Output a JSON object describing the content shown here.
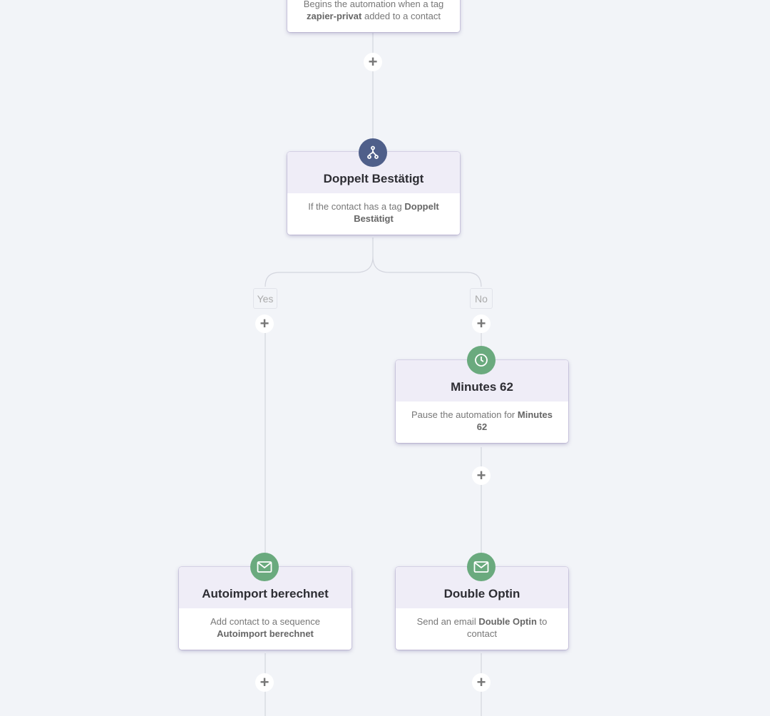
{
  "nodes": {
    "trigger": {
      "desc_pre": "Begins the automation when a tag ",
      "desc_bold": "zapier-privat",
      "desc_post": " added to a contact"
    },
    "condition": {
      "title": "Doppelt Bestätigt",
      "desc_pre": "If the contact has a tag ",
      "desc_bold": "Doppelt Bestätigt",
      "desc_post": "",
      "icon": "branch-icon",
      "icon_color": "#4f5f8a"
    },
    "wait": {
      "title": "Minutes 62",
      "desc_pre": "Pause the automation for ",
      "desc_bold": "Minutes 62",
      "desc_post": "",
      "icon": "clock-icon",
      "icon_color": "#6aaa7e"
    },
    "sequence": {
      "title": "Autoimport berechnet",
      "desc_pre": "Add contact to a sequence ",
      "desc_bold": "Autoimport berechnet",
      "desc_post": "",
      "icon": "mail-icon",
      "icon_color": "#6aaa7e"
    },
    "email": {
      "title": "Double Optin",
      "desc_pre": "Send an email ",
      "desc_bold": "Double Optin",
      "desc_post": " to contact",
      "icon": "mail-icon",
      "icon_color": "#6aaa7e"
    }
  },
  "branches": {
    "yes": "Yes",
    "no": "No"
  },
  "plus_label": "+"
}
